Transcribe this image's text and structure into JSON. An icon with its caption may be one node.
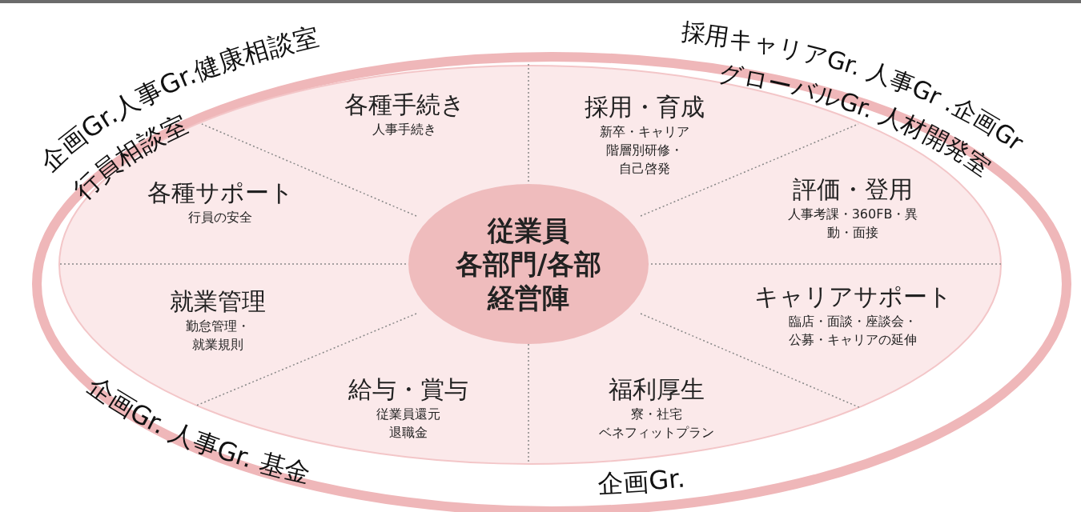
{
  "diagram": {
    "nodes": [
      {
        "text": [
          "従業員各部門/各部経営陣"
        ]
      },
      {
        "text": [
          "各種手続き",
          "人事手続き"
        ]
      },
      {
        "text": [
          "採用・育成",
          "新卒・キャリア階層別研修・自己啓発"
        ]
      },
      {
        "text": [
          "評価・登用",
          "人事考課・360FB・異動・面接"
        ]
      },
      {
        "text": [
          "キャリアサポート",
          "臨店・面談・座談会・公募・キャリアの延伸"
        ]
      },
      {
        "text": [
          "福利厚生",
          "寮・社宅ベネフィットプラン"
        ]
      },
      {
        "text": [
          "給与・賞与",
          "従業員還元退職金"
        ]
      },
      {
        "text": [
          "就業管理",
          "勤怠管理・就業規則"
        ]
      },
      {
        "text": [
          "各種サポート",
          "行員の安全"
        ]
      }
    ],
    "labels": [
      "企画Gr.人事Gr.健康相談室",
      "行員相談室",
      "採用キャリアGr. 人事Gr .企画Gr",
      "グローバルGr. 人材開発室",
      "企画Gr. 人事Gr. 基金",
      "企画Gr."
    ]
  }
}
